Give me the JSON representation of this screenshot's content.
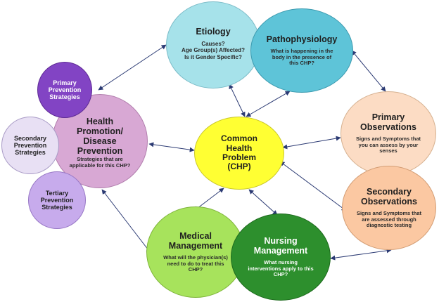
{
  "nodes": {
    "primary_prevention": {
      "title": [
        "Primary",
        "Prevention",
        "Strategies"
      ]
    },
    "secondary_prevention": {
      "title": [
        "Secondary",
        "Prevention",
        "Strategies"
      ]
    },
    "tertiary_prevention": {
      "title": [
        "Tertiary",
        "Prevention",
        "Strategies"
      ]
    },
    "health_promotion": {
      "title": [
        "Health",
        "Promotion/",
        "Disease",
        "Prevention"
      ],
      "subtitle": [
        "Strategies that are",
        "applicable for this CHP?"
      ]
    },
    "etiology": {
      "title": [
        "Etiology"
      ],
      "subtitle": [
        "Causes?",
        "Age Group(s) Affected?",
        "Is it Gender Specific?"
      ]
    },
    "pathophysiology": {
      "title": [
        "Pathophysiology"
      ],
      "subtitle": [
        "What is happening in the",
        "body in the presence of",
        "this CHP?"
      ]
    },
    "chp": {
      "title": [
        "Common",
        "Health",
        "Problem",
        "(CHP)"
      ]
    },
    "primary_observations": {
      "title": [
        "Primary",
        "Observations"
      ],
      "subtitle": [
        "Signs and Symptoms that",
        "you can assess by your",
        "senses"
      ]
    },
    "secondary_observations": {
      "title": [
        "Secondary",
        "Observations"
      ],
      "subtitle": [
        "Signs and Symptoms that",
        "are assessed through",
        "diagnostic testing"
      ]
    },
    "medical_management": {
      "title": [
        "Medical",
        "Management"
      ],
      "subtitle": [
        "What will the physician(s)",
        "need to do to treat this",
        "CHP?"
      ]
    },
    "nursing_management": {
      "title": [
        "Nursing",
        "Management"
      ],
      "subtitle": [
        "What nursing",
        "interventions apply to this",
        "CHP?"
      ]
    }
  },
  "colors": {
    "purple_dark": "#8244c4",
    "lavender": "#e8e0f4",
    "purple_light": "#c7abec",
    "mauve": "#d8a8d4",
    "light_cyan": "#a6e2ea",
    "teal": "#5ec4d8",
    "yellow": "#ffff33",
    "peach": "#fcdcc4",
    "salmon": "#fbc8a2",
    "light_green": "#a7e35c",
    "dark_green": "#2d8f2d",
    "arrow": "#2b3a73"
  }
}
